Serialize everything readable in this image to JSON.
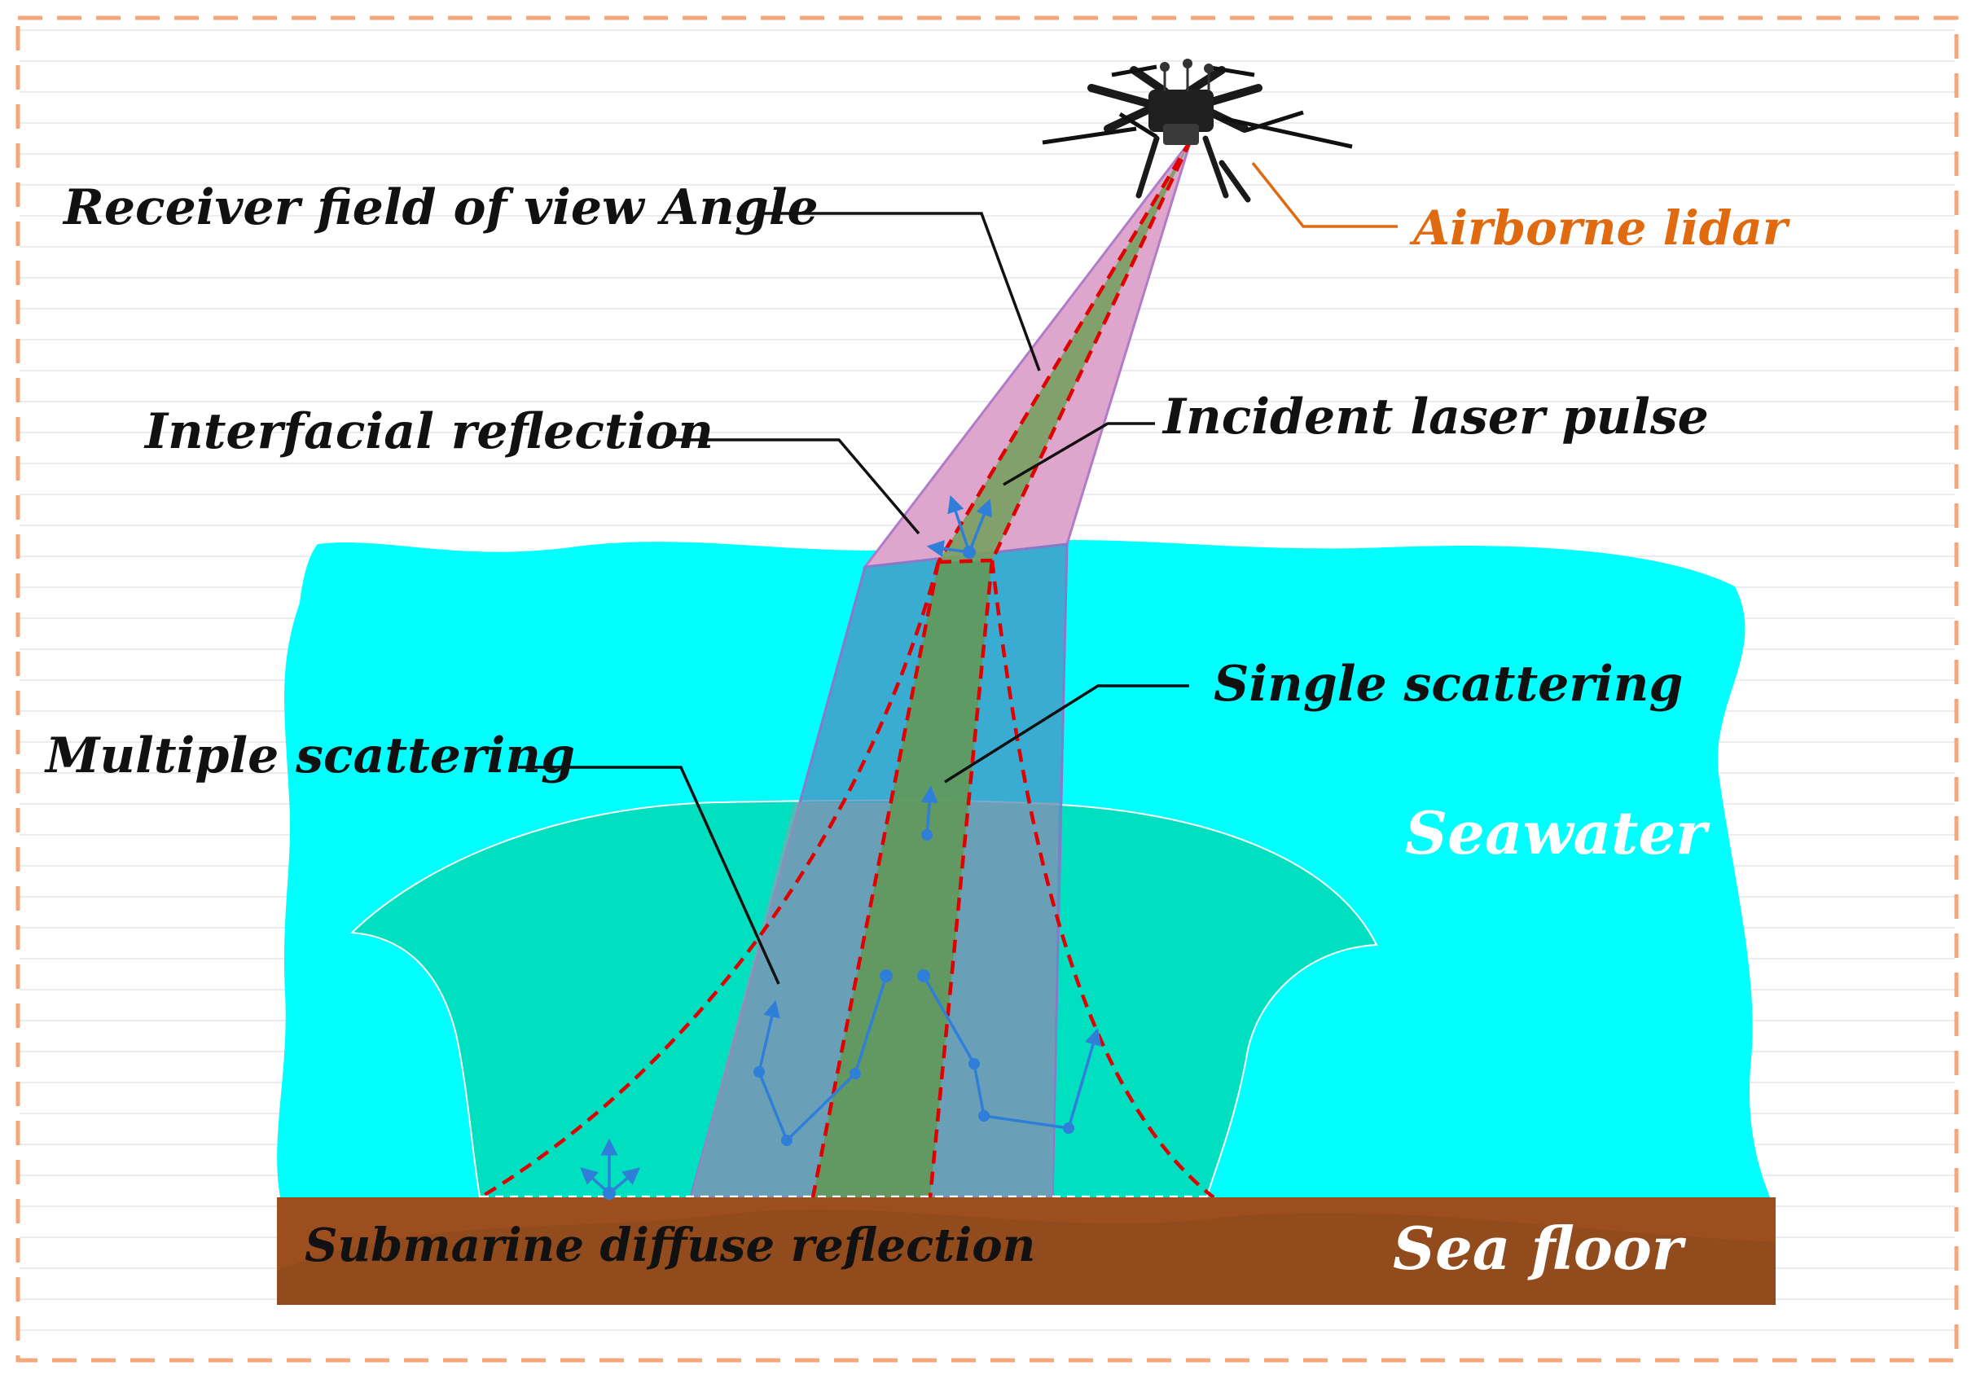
{
  "labels": {
    "receiver_fov": "Receiver field of view Angle",
    "airborne_lidar": "Airborne lidar",
    "interfacial_reflection": "Interfacial reflection",
    "incident_laser_pulse": "Incident laser pulse",
    "single_scattering": "Single scattering",
    "multiple_scattering": "Multiple scattering",
    "seawater": "Seawater",
    "submarine_diffuse_reflection": "Submarine diffuse reflection",
    "sea_floor": "Sea floor"
  },
  "colors": {
    "frame_border": "#f4a77a",
    "sky_lines": "#e9e9ef",
    "seawater": "#00ffff",
    "scatter_region": "#00e0c0",
    "fov_cone_air": "#d9a0c8",
    "fov_cone_water": "#3f9fc8",
    "laser_beam": "#6a9a55",
    "laser_outline": "#e00000",
    "scatter_path": "#2f7fd8",
    "sea_floor": "#9c4e1f",
    "airborne_label": "#e06a10",
    "text_dark": "#111111",
    "text_light": "#ffffff"
  },
  "icons": [
    "drone-icon",
    "photon-arrow-icon"
  ]
}
